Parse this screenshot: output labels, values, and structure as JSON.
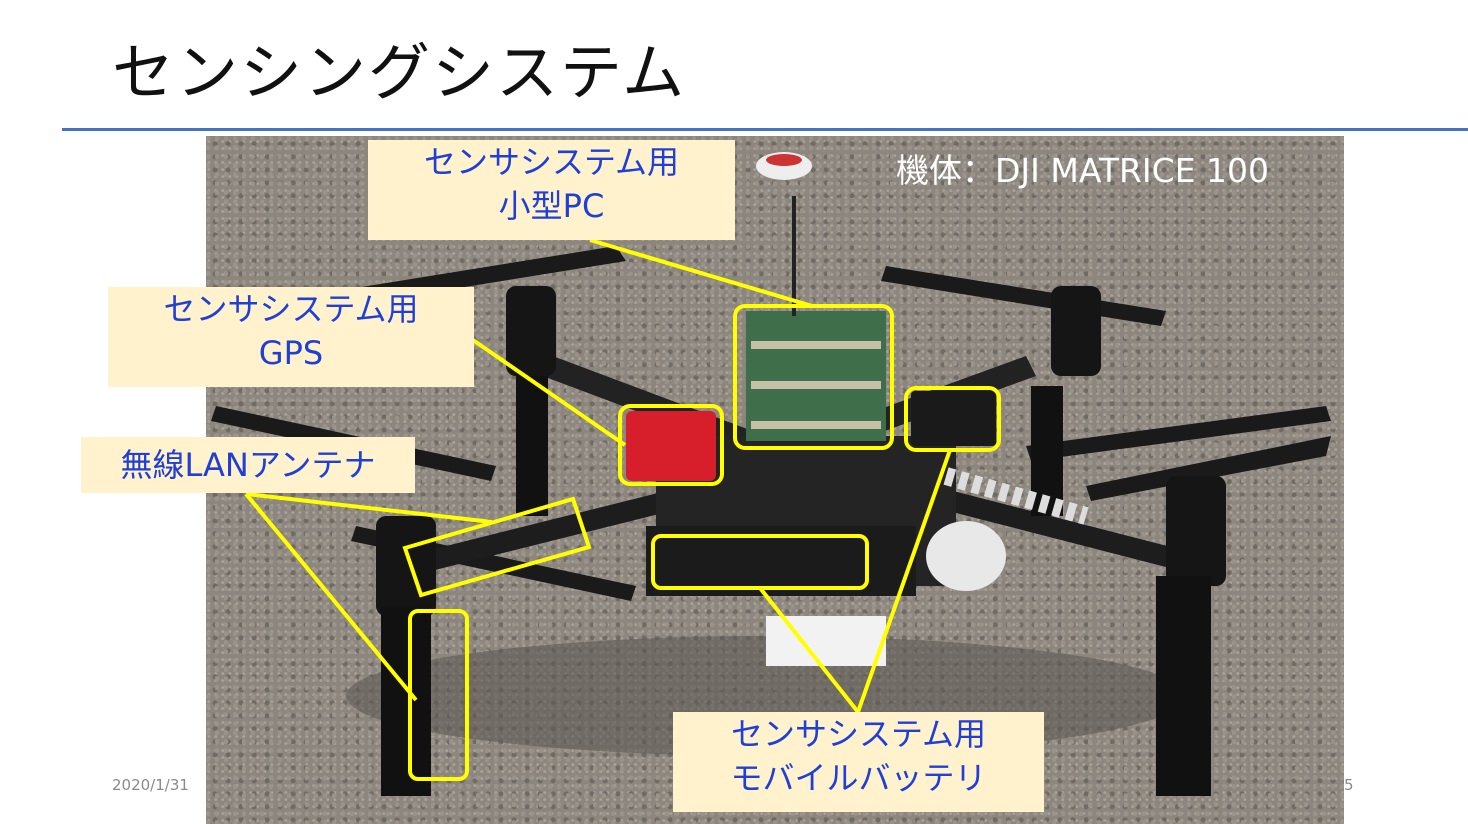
{
  "slide": {
    "title": "センシングシステム",
    "frame_caption": "機体：DJI MATRICE 100",
    "footer_date": "2020/1/31",
    "page_number": "5"
  },
  "labels": {
    "pc_line1": "センサシステム用",
    "pc_line2": "小型PC",
    "gps_line1": "センサシステム用",
    "gps_line2": "GPS",
    "antenna": "無線LANアンテナ",
    "battery_line1": "センサシステム用",
    "battery_line2": "モバイルバッテリ"
  },
  "colors": {
    "accent_rule": "#4472c4",
    "label_bg": "#fff2cc",
    "label_text": "#1f3fd6",
    "callout": "#ffff00"
  }
}
